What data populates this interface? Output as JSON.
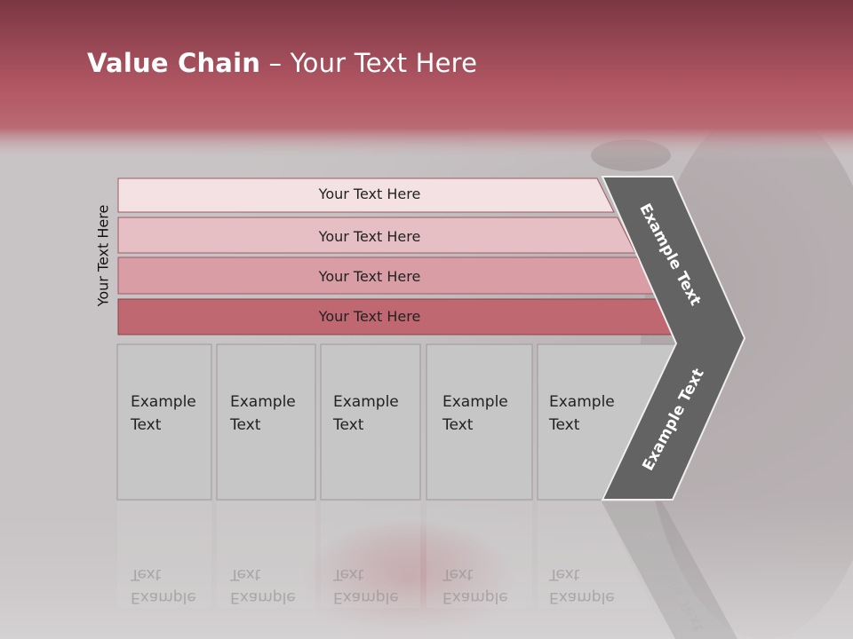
{
  "slide": {
    "title_bold": "Value Chain",
    "title_rest": " – Your Text Here",
    "side_label": "Your Text Here"
  },
  "bars": [
    {
      "label": "Your Text Here",
      "color": "#f4e1e4"
    },
    {
      "label": "Your Text Here",
      "color": "#e6bfc4"
    },
    {
      "label": "Your Text Here",
      "color": "#d99ea5"
    },
    {
      "label": "Your Text Here",
      "color": "#c06871"
    }
  ],
  "cells": [
    {
      "line1": "Example",
      "line2": "Text"
    },
    {
      "line1": "Example",
      "line2": "Text"
    },
    {
      "line1": "Example",
      "line2": "Text"
    },
    {
      "line1": "Example",
      "line2": "Text"
    },
    {
      "line1": "Example",
      "line2": "Text"
    }
  ],
  "chevron": {
    "top_label": "Example Text",
    "bottom_label": "Example Text",
    "color": "#636363"
  },
  "colors": {
    "header_top": "#7d3a45",
    "header_mid": "#b65a66",
    "cell_fill": "#c6c6c6"
  }
}
